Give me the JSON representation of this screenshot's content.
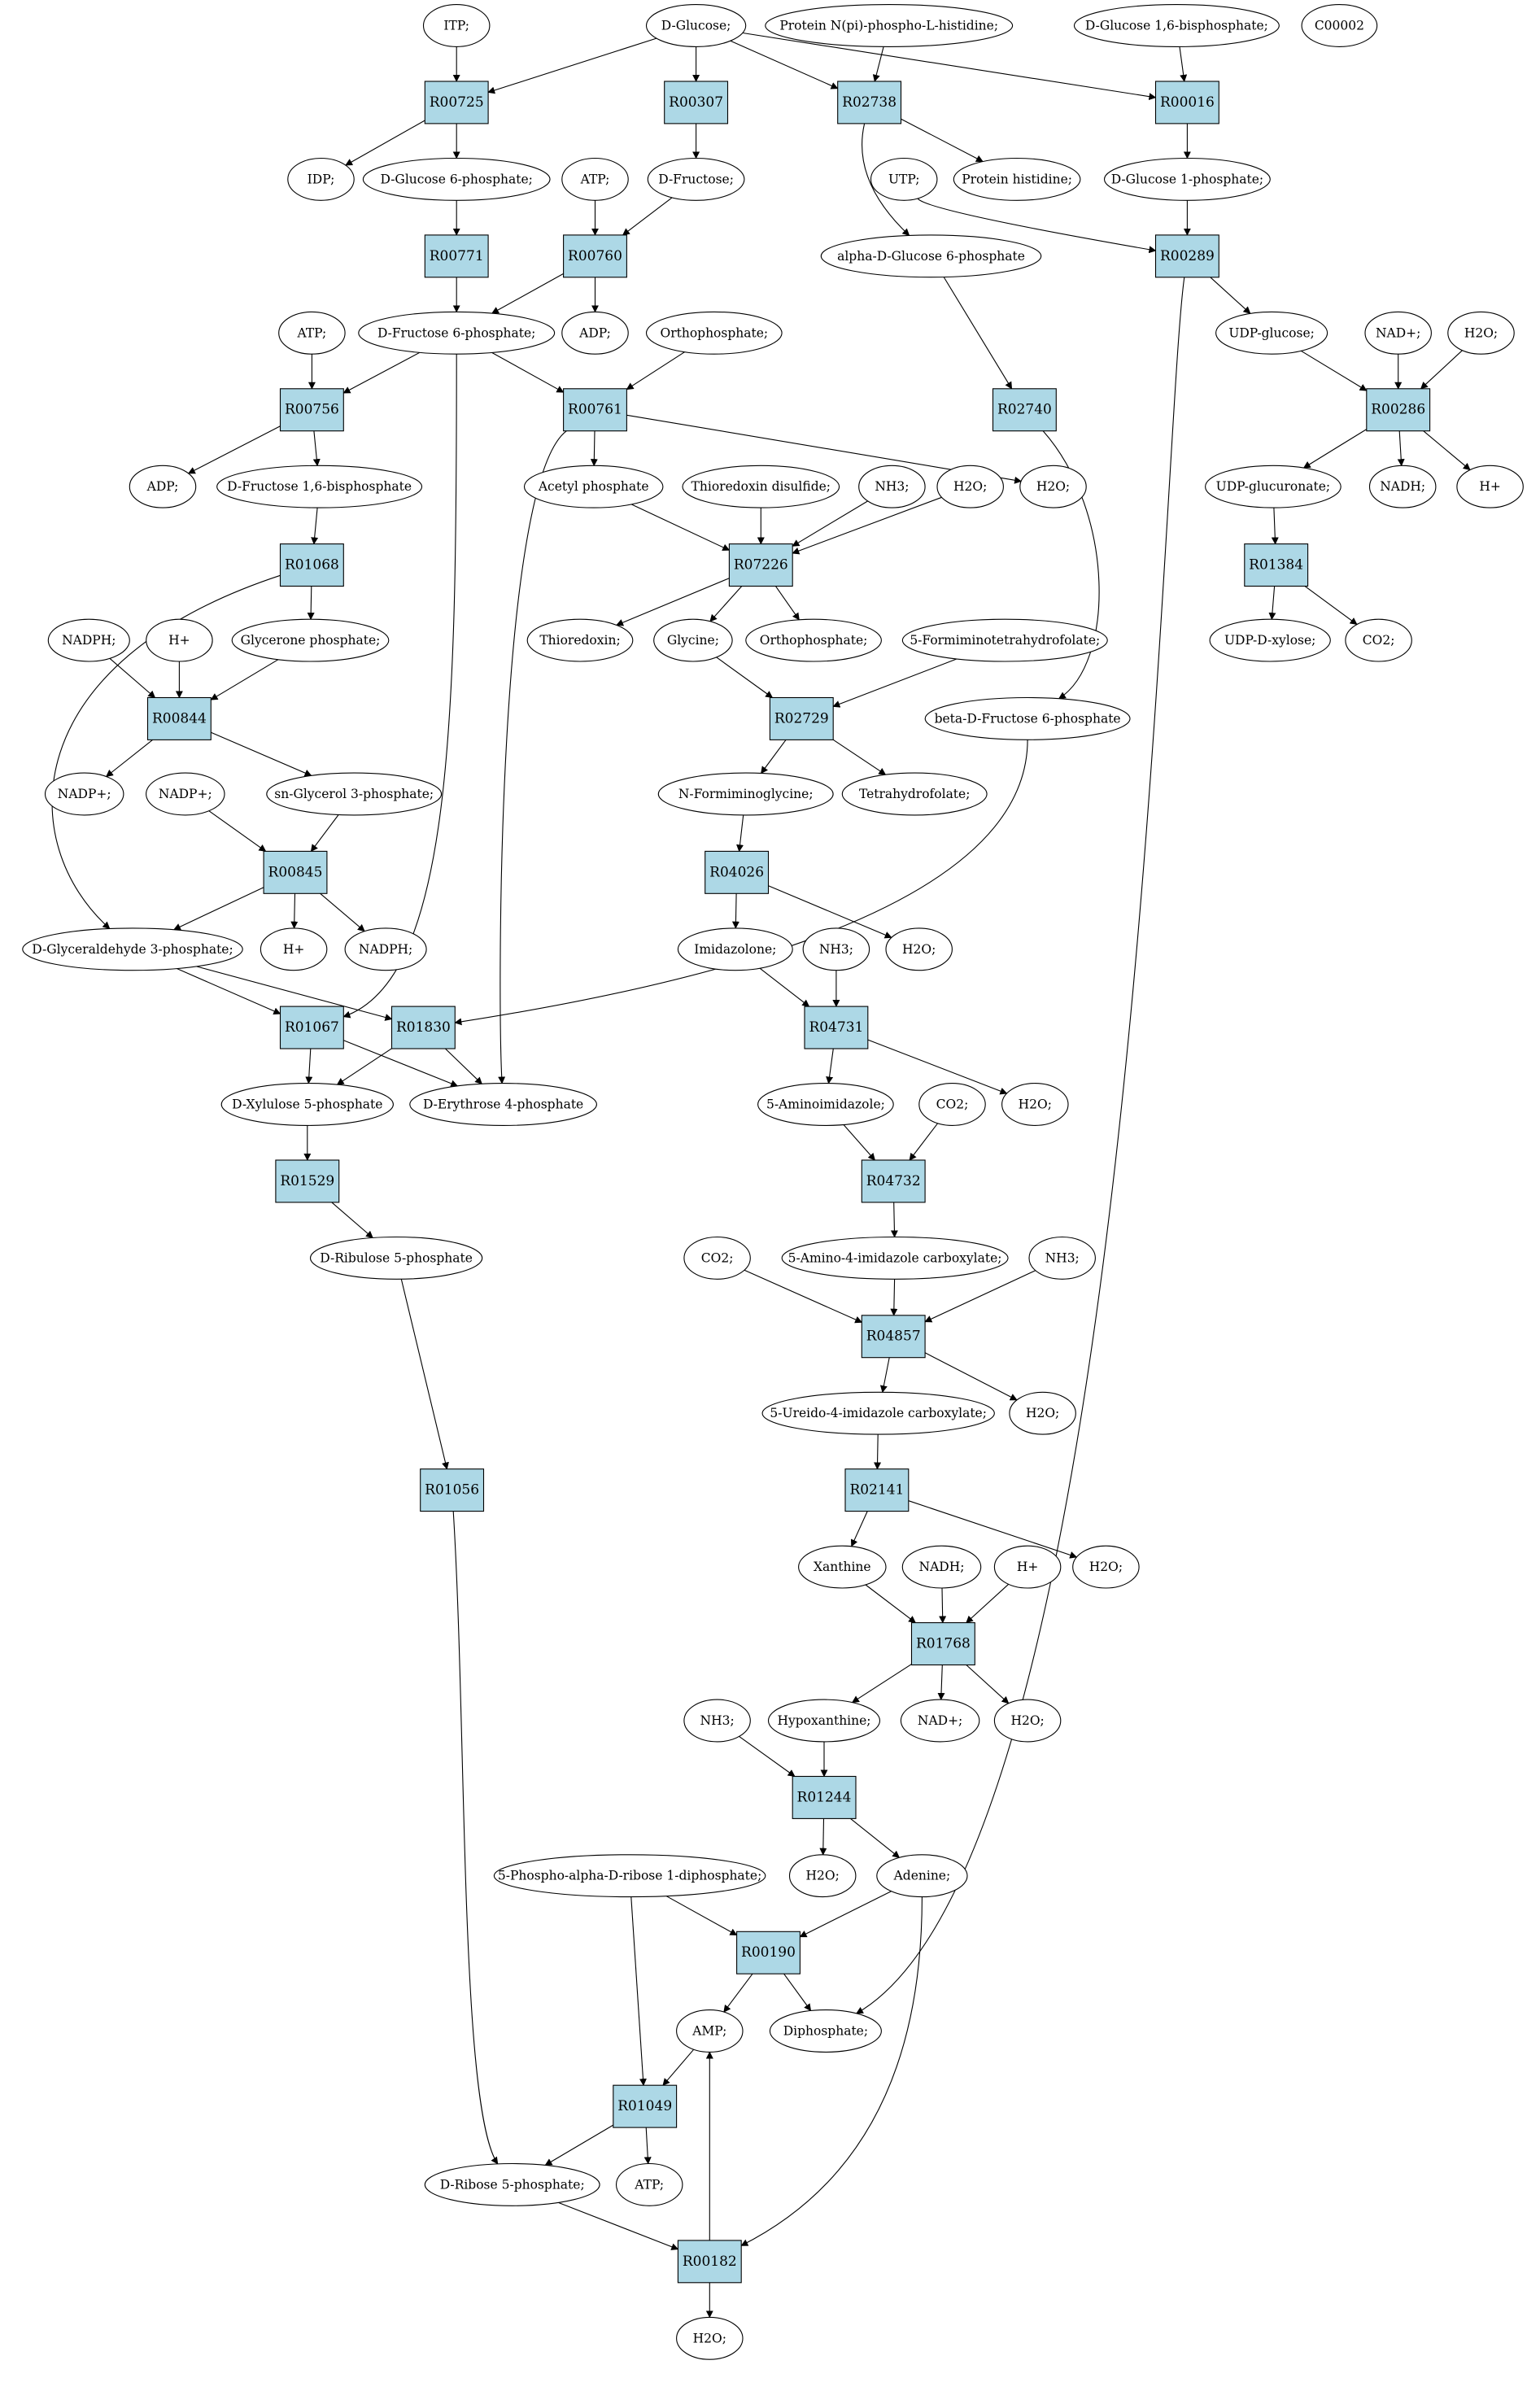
{
  "colors": {
    "reaction_fill": "#add8e6",
    "metabolite_fill": "#ffffff",
    "highlight_glucose": "#00ff00",
    "highlight_c00002": "#ffff00",
    "stroke": "#000000"
  },
  "reactions": {
    "R00725": "R00725",
    "R00307": "R00307",
    "R02738": "R02738",
    "R00016": "R00016",
    "R00771": "R00771",
    "R00760": "R00760",
    "R00289": "R00289",
    "R00756": "R00756",
    "R00761": "R00761",
    "R02740": "R02740",
    "R00286": "R00286",
    "R01068": "R01068",
    "R07226": "R07226",
    "R01384": "R01384",
    "R00844": "R00844",
    "R02729": "R02729",
    "R00845": "R00845",
    "R04026": "R04026",
    "R01067": "R01067",
    "R01830": "R01830",
    "R04731": "R04731",
    "R01529": "R01529",
    "R04732": "R04732",
    "R04857": "R04857",
    "R01056": "R01056",
    "R02141": "R02141",
    "R01768": "R01768",
    "R01244": "R01244",
    "R00190": "R00190",
    "R01049": "R01049",
    "R00182": "R00182"
  },
  "metabolites": {
    "itp": "ITP;",
    "glucose": "D-Glucose;",
    "protein_nphis": "Protein N(pi)-phospho-L-histidine;",
    "glc16bp": "D-Glucose 1,6-bisphosphate;",
    "c00002": "C00002",
    "idp": "IDP;",
    "g6p": "D-Glucose 6-phosphate;",
    "atp1": "ATP;",
    "fructose": "D-Fructose;",
    "protein_his": "Protein histidine;",
    "utp": "UTP;",
    "g1p": "D-Glucose 1-phosphate;",
    "agp6": "alpha-D-Glucose 6-phosphate",
    "f6p": "D-Fructose 6-phosphate;",
    "adp1": "ADP;",
    "atp2": "ATP;",
    "orthophosphate1": "Orthophosphate;",
    "udpglc": "UDP-glucose;",
    "nadp_plus_top": "NAD+;",
    "h2o_286": "H2O;",
    "adp2": "ADP;",
    "fbp": "D-Fructose 1,6-bisphosphate",
    "acetylp": "Acetyl phosphate",
    "trxdisulf": "Thioredoxin disulfide;",
    "nh3_1": "NH3;",
    "h2o_1": "H2O;",
    "h2o_2": "H2O;",
    "udpglcu": "UDP-glucuronate;",
    "nadh1": "NADH;",
    "hplus1": "H+",
    "nadph1": "NADPH;",
    "hplus2": "H+",
    "dhap": "Glycerone phosphate;",
    "thioredoxin": "Thioredoxin;",
    "glycine": "Glycine;",
    "orthophosphate2": "Orthophosphate;",
    "formimino_thf": "5-Formiminotetrahydrofolate;",
    "udpxyl": "UDP-D-xylose;",
    "co2_1": "CO2;",
    "bf6p": "beta-D-Fructose 6-phosphate",
    "nadp1": "NADP+;",
    "nadp2": "NADP+;",
    "g3p_sn": "sn-Glycerol 3-phosphate;",
    "formiminoglycine": "N-Formiminoglycine;",
    "thf": "Tetrahydrofolate;",
    "gap": "D-Glyceraldehyde 3-phosphate;",
    "hplus3": "H+",
    "nadph2": "NADPH;",
    "imidazolone": "Imidazolone;",
    "nh3_2": "NH3;",
    "h2o_3": "H2O;",
    "xu5p": "D-Xylulose 5-phosphate",
    "e4p": "D-Erythrose 4-phosphate",
    "aminoimidazole": "5-Aminoimidazole;",
    "co2_2": "CO2;",
    "h2o_4": "H2O;",
    "ru5p": "D-Ribulose 5-phosphate",
    "co2_3": "CO2;",
    "aic": "5-Amino-4-imidazole carboxylate;",
    "nh3_3": "NH3;",
    "uic": "5-Ureido-4-imidazole carboxylate;",
    "h2o_5": "H2O;",
    "xanthine": "Xanthine",
    "nadh2": "NADH;",
    "hplus4": "H+",
    "h2o_6": "H2O;",
    "nh3_4": "NH3;",
    "hypoxanthine": "Hypoxanthine;",
    "nadplus": "NAD+;",
    "h2o_7": "H2O;",
    "prpp": "5-Phospho-alpha-D-ribose 1-diphosphate;",
    "h2o_8": "H2O;",
    "adenine": "Adenine;",
    "amp": "AMP;",
    "diphosphate": "Diphosphate;",
    "r5p": "D-Ribose 5-phosphate;",
    "atp3": "ATP;",
    "h2o_9": "H2O;"
  }
}
